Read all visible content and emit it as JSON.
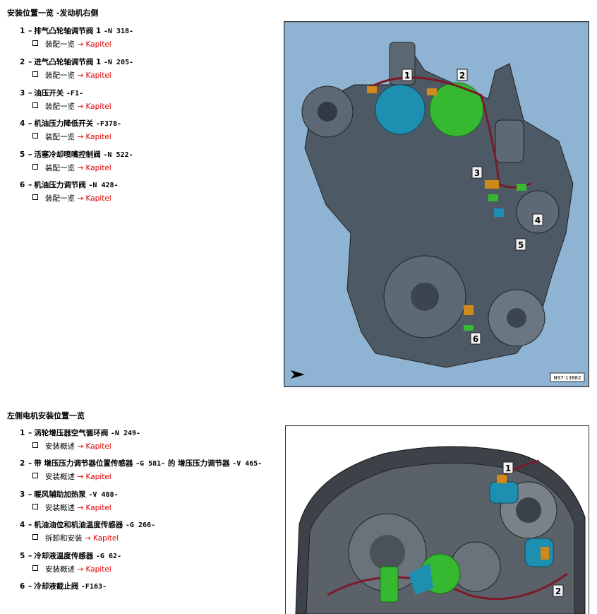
{
  "section1": {
    "title": "安装位置一览 -发动机右侧",
    "items": [
      {
        "num": "1",
        "label": "排气凸轮轴调节阀 1",
        "code": "-N 318-",
        "sub_label": "装配一览",
        "link": "Kapitel"
      },
      {
        "num": "2",
        "label": "进气凸轮轴调节阀 1",
        "code": "-N 205-",
        "sub_label": "装配一览",
        "link": "Kapitel"
      },
      {
        "num": "3",
        "label": "油压开关",
        "code": "-F1-",
        "sub_label": "装配一览",
        "link": "Kapitel"
      },
      {
        "num": "4",
        "label": "机油压力降低开关",
        "code": "-F378-",
        "sub_label": "装配一览",
        "link": "Kapitel"
      },
      {
        "num": "5",
        "label": "活塞冷却喷嘴控制阀",
        "code": "-N 522-",
        "sub_label": "装配一览",
        "link": "Kapitel"
      },
      {
        "num": "6",
        "label": "机油压力调节阀",
        "code": "-N 428-",
        "sub_label": "装配一览",
        "link": "Kapitel"
      }
    ],
    "figure": {
      "code": "N97-13882",
      "callouts": [
        "1",
        "2",
        "3",
        "4",
        "5",
        "6"
      ]
    }
  },
  "section2": {
    "title": "左侧电机安装位置一览",
    "items": [
      {
        "num": "1",
        "label": "涡轮增压器空气循环阀",
        "code": "-N 249-",
        "sub_label": "安装概述",
        "link": "Kapitel"
      },
      {
        "num": "2",
        "label": "带 增压压力调节器位置传感器",
        "code": "-G 581-",
        "label2": "的 增压压力调节器",
        "code2": "-V 465-",
        "sub_label": "安装概述",
        "link": "Kapitel"
      },
      {
        "num": "3",
        "label": "暖风辅助加热泵",
        "code": "-V 488-",
        "sub_label": "安装概述",
        "link": "Kapitel"
      },
      {
        "num": "4",
        "label": "机油油位和机油温度传感器",
        "code": "-G 266-",
        "sub_label": "拆卸和安装",
        "link": "Kapitel"
      },
      {
        "num": "5",
        "label": "冷却液温度传感器",
        "code": "-G 62-",
        "sub_label": "安装概述",
        "link": "Kapitel"
      },
      {
        "num": "6",
        "label": "冷却液截止阀",
        "code": "-F163-"
      }
    ],
    "figure": {
      "callouts": [
        "1",
        "2"
      ]
    }
  },
  "link_arrow": "→",
  "colors": {
    "link": "#e00000",
    "figure_bg": "#8fb3d3",
    "part_blue": "#1e8fb0",
    "part_green": "#36b830",
    "part_orange": "#d08a1a",
    "wire": "#7a1a2a"
  }
}
